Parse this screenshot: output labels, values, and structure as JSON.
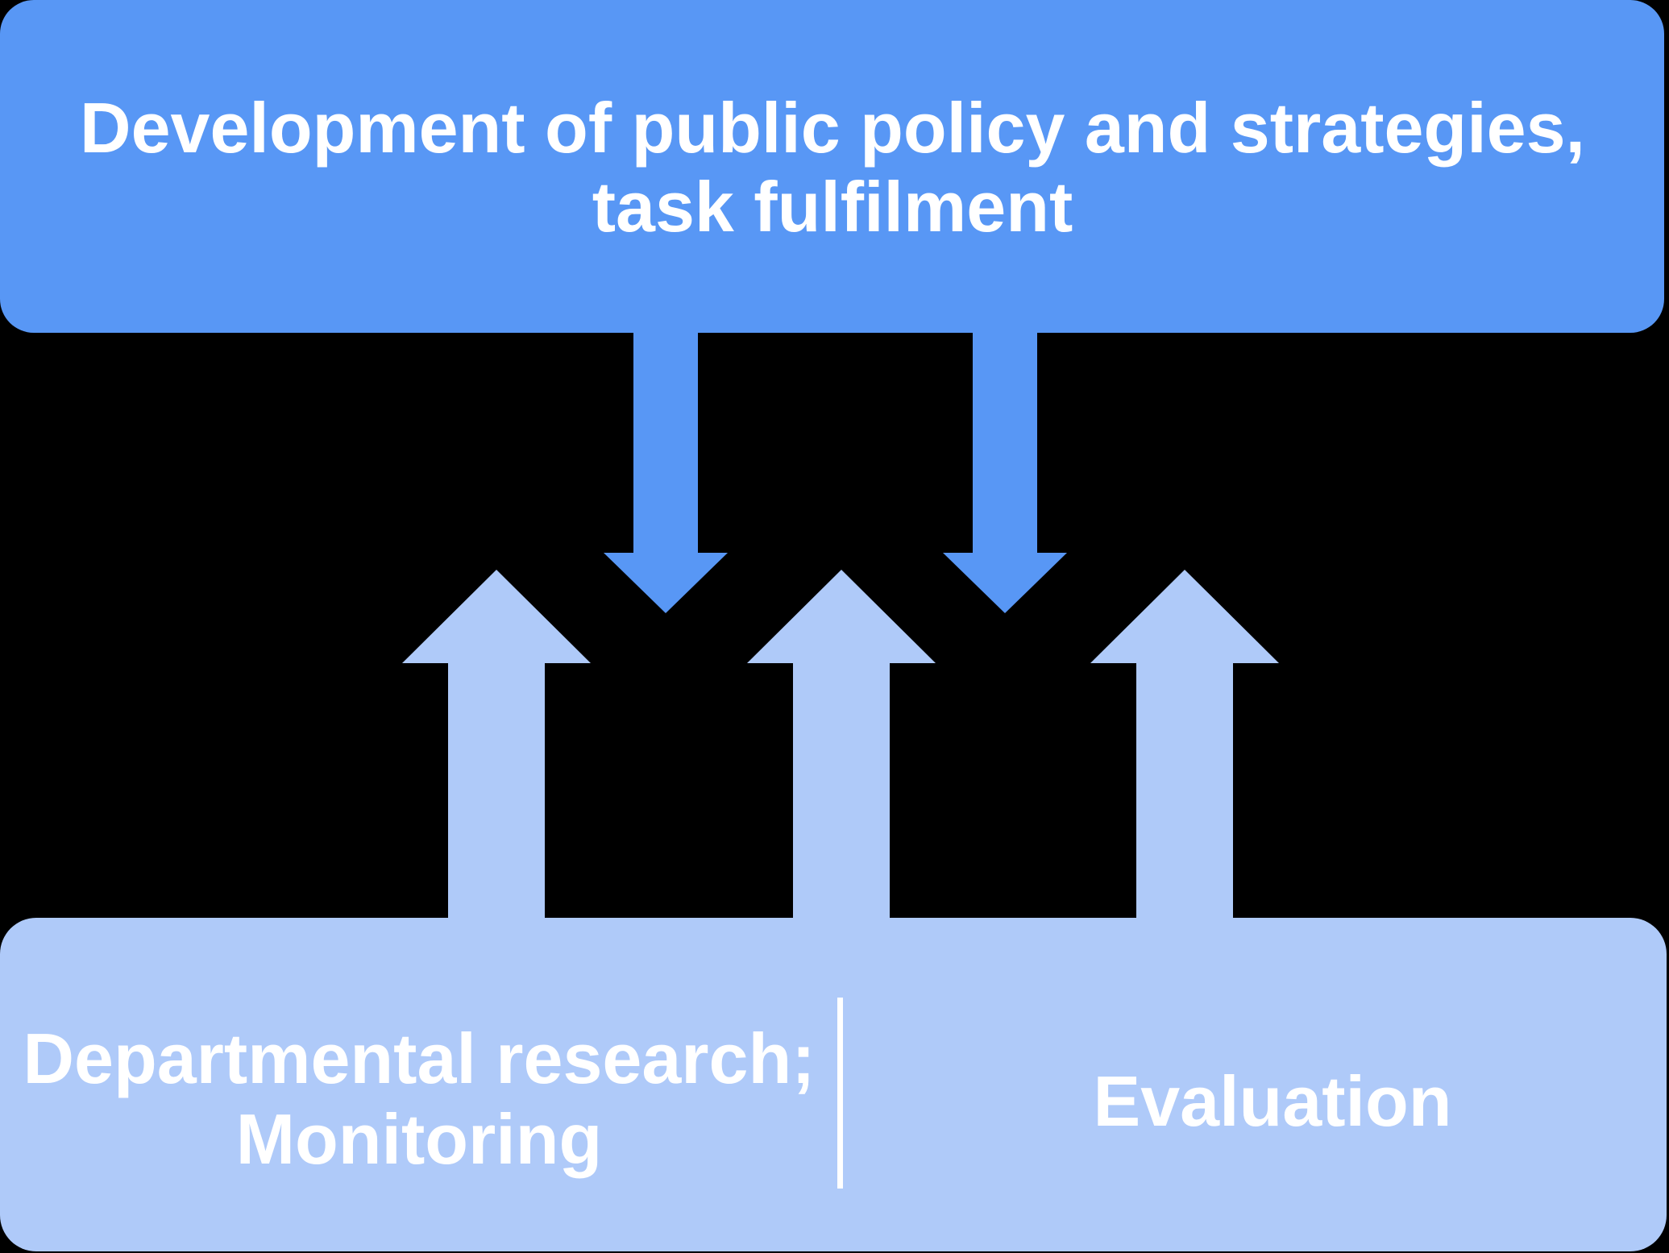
{
  "colors": {
    "background": "#000000",
    "primary_blue": "#5897F5",
    "light_blue": "#AFCAF9",
    "text": "#FFFFFF",
    "divider": "#FFFFFF"
  },
  "top_box": {
    "line1": "Development of public policy and strategies,",
    "line2": "task fulfilment"
  },
  "bottom_box": {
    "left": {
      "line1": "Departmental research;",
      "line2": "Monitoring"
    },
    "right": {
      "label": "Evaluation"
    }
  },
  "arrows": {
    "down_count": 2,
    "up_count": 3
  }
}
